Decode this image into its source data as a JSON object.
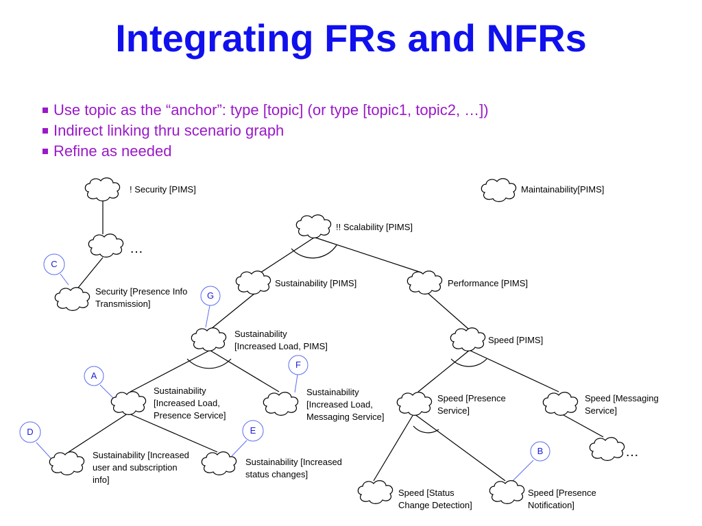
{
  "title": "Integrating FRs and NFRs",
  "bullets": [
    "Use topic as the “anchor”: type [topic] (or type [topic1, topic2, …])",
    "Indirect linking thru scenario graph",
    "Refine as needed"
  ],
  "nodes": {
    "security": [
      "! Security [PIMS]"
    ],
    "maintainability": [
      "Maintainability[PIMS]"
    ],
    "scalability": [
      "!! Scalability [PIMS]"
    ],
    "security_presence": [
      "Security  [Presence Info",
      "Transmission]"
    ],
    "sustainability": [
      "Sustainability [PIMS]"
    ],
    "performance": [
      "Performance [PIMS]"
    ],
    "sustain_increased": [
      "Sustainability",
      "[Increased Load, PIMS]"
    ],
    "speed": [
      "Speed [PIMS]"
    ],
    "sustain_presence_service": [
      "Sustainability",
      "[Increased Load,",
      "Presence Service]"
    ],
    "sustain_messaging_service": [
      "Sustainability",
      "[Increased Load,",
      "Messaging Service]"
    ],
    "speed_presence_service": [
      "Speed [Presence",
      "Service]"
    ],
    "speed_messaging_service": [
      "Speed [Messaging",
      "Service]"
    ],
    "sustain_user_subscription": [
      "Sustainability [Increased",
      "user and subscription",
      "info]"
    ],
    "sustain_status_changes": [
      "Sustainability [Increased",
      "status changes]"
    ],
    "speed_status_change": [
      "Speed [Status",
      "Change Detection]"
    ],
    "speed_presence_notification": [
      "Speed [Presence",
      "Notification]"
    ]
  },
  "ellipses": [
    "…",
    "…"
  ],
  "badges": [
    "A",
    "B",
    "C",
    "D",
    "E",
    "F",
    "G"
  ]
}
